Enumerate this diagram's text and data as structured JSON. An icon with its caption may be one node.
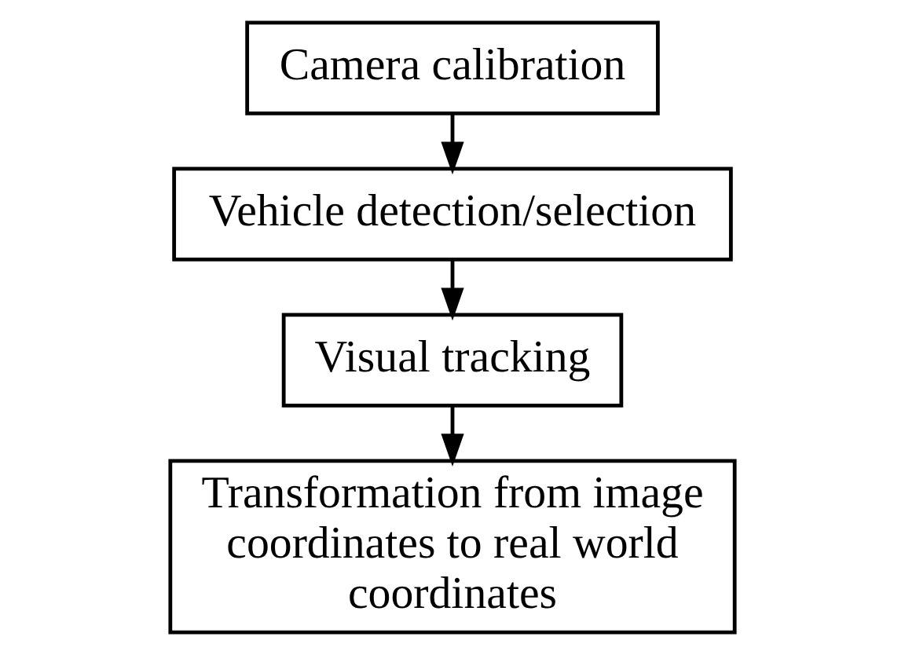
{
  "diagram": {
    "nodes": [
      {
        "text": [
          "Camera calibration"
        ]
      },
      {
        "text": [
          "Vehicle detection/selection"
        ]
      },
      {
        "text": [
          "Visual tracking"
        ]
      },
      {
        "text": [
          "Transformation from image coordinates to real world coordinates"
        ]
      }
    ],
    "edges": [
      {
        "from": 0,
        "to": 1,
        "arrow": "to"
      },
      {
        "from": 1,
        "to": 2,
        "arrow": "to"
      },
      {
        "from": 2,
        "to": 3,
        "arrow": "to"
      }
    ]
  }
}
